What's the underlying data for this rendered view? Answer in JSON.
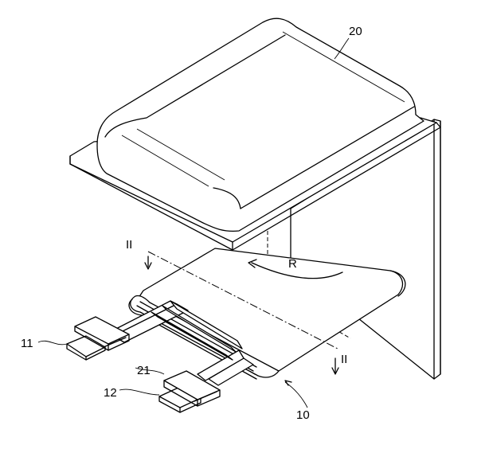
{
  "labels": {
    "exterior_member": "20",
    "electrode_assembly": "10",
    "positive_tab": "11",
    "negative_tab": "12",
    "tab_film": "21",
    "rotation": "R",
    "section_top": "II",
    "section_bottom": "II"
  }
}
